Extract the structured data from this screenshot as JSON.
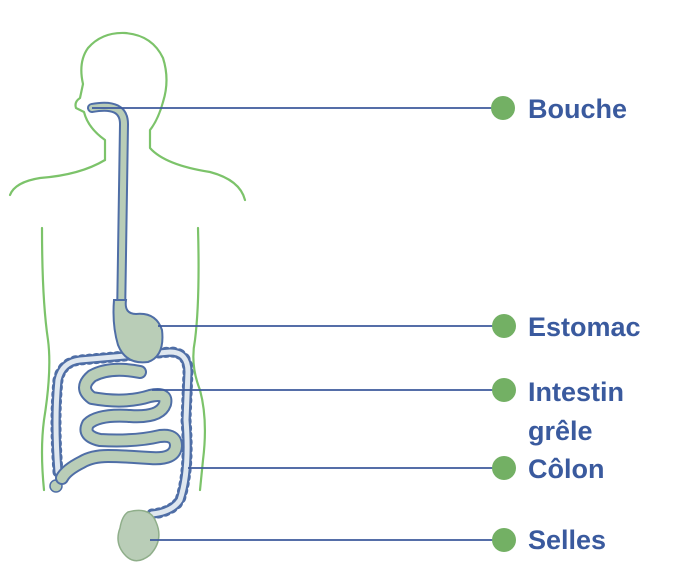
{
  "colors": {
    "body_outline": "#7cc36a",
    "organ_fill": "#b9cdb7",
    "organ_stroke": "#4f6ea6",
    "leader_line": "#3d5a9c",
    "dot": "#73b064",
    "label": "#3a5a9e"
  },
  "labels": {
    "bouche": "Bouche",
    "estomac": "Estomac",
    "intestin_line1": "Intestin",
    "intestin_line2": "grêle",
    "colon": "Côlon",
    "selles": "Selles"
  }
}
